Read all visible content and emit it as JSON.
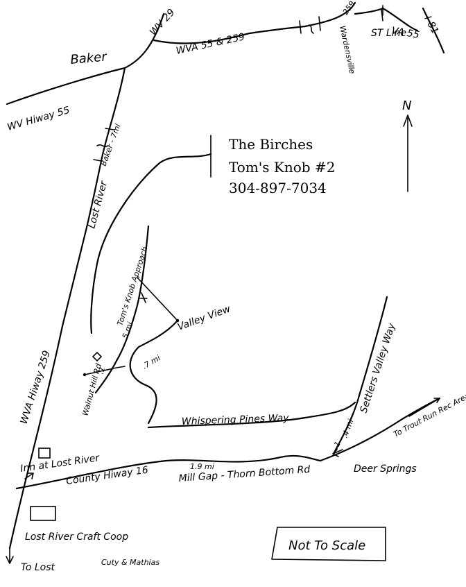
{
  "labels": {
    "wv29": "WV 29",
    "baker": "Baker",
    "wva55_259": "WVA 55 & 259",
    "wardensville": "Wardensville",
    "route259_top": "259",
    "st_line": "ST Line",
    "va55": "VA 55",
    "i81": "I-81",
    "wv_hwy55": "WV Hiway 55",
    "baker_dist": "Baker - 7mi",
    "lost_river": "Lost River",
    "north": "N",
    "birches_name": "The Birches",
    "birches_unit": "Tom's Knob #2",
    "birches_phone": "304-897-7034",
    "toms_knob_approach": "Tom's Knob Approach",
    "dist_5mi": ".5 mi",
    "valley_view": "Valley View",
    "dist_7mi": ".7 mi",
    "wva_hwy259": "WVA Hiway 259",
    "walnut_hill_rd": "Walnut Hill Rd",
    "dist_1mi_a": ".1",
    "settlers_valley_way": "Settlers Valley Way",
    "whispering_pines_way": "Whispering Pines Way",
    "dist_4mi": ".4 mi",
    "dist_1mi_b": ".1",
    "to_trout_run": "To Trout Run Rec Area",
    "inn_at_lost_river": "Inn at Lost River",
    "county_hwy16": "County Hiway 16",
    "dist_9mi": "1.9 mi",
    "mill_gap_rd": "Mill Gap - Thorn Bottom Rd",
    "deer_springs": "Deer Springs",
    "craft_coop": "Lost River Craft Coop",
    "to_lost": "To Lost",
    "not_to_scale": "Not To Scale",
    "author": "Cuty & Mathias"
  },
  "birches_lines": [
    "The Birches",
    "Tom's Knob #2",
    "304-897-7034"
  ]
}
